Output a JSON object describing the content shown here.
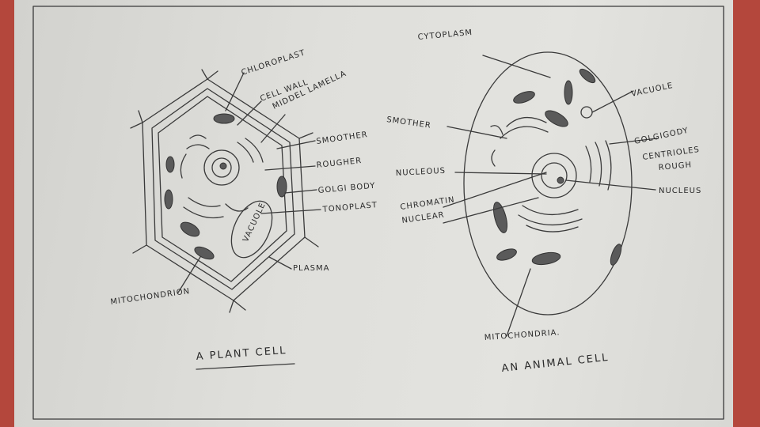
{
  "plant_cell": {
    "title": "A PLANT CELL",
    "labels": {
      "chloroplast": "CHLOROPLAST",
      "cell_wall": "CELL WALL",
      "middle_lamella": "MIDDEL LAMELLA",
      "smoother": "SMOOTHER",
      "rougher": "ROUGHER",
      "golgi_body": "GOLGI BODY",
      "tonoplast": "TONOPLAST",
      "vacuole": "VACUOLE",
      "plasma": "PLASMA",
      "mitochondrion": "MITOCHONDRION"
    }
  },
  "animal_cell": {
    "title": "AN ANIMAL CELL",
    "labels": {
      "cytoplasm": "CYTOPLASM",
      "vacuole": "VACUOLE",
      "smother": "SMOTHER",
      "golgi_body": "GOLGIGODY",
      "centrioles": "CENTRIOLES",
      "rough": "ROUGH",
      "nucleous": "NUCLEOUS",
      "chromatin": "CHROMATIN",
      "nuclear": "NUCLEAR",
      "nucleus": "NUCLEUS",
      "mitochondria": "MITOCHONDRIA."
    }
  },
  "colors": {
    "paper": "#dfdfdb",
    "ink": "#3a3a3a",
    "background": "#b4473c"
  }
}
